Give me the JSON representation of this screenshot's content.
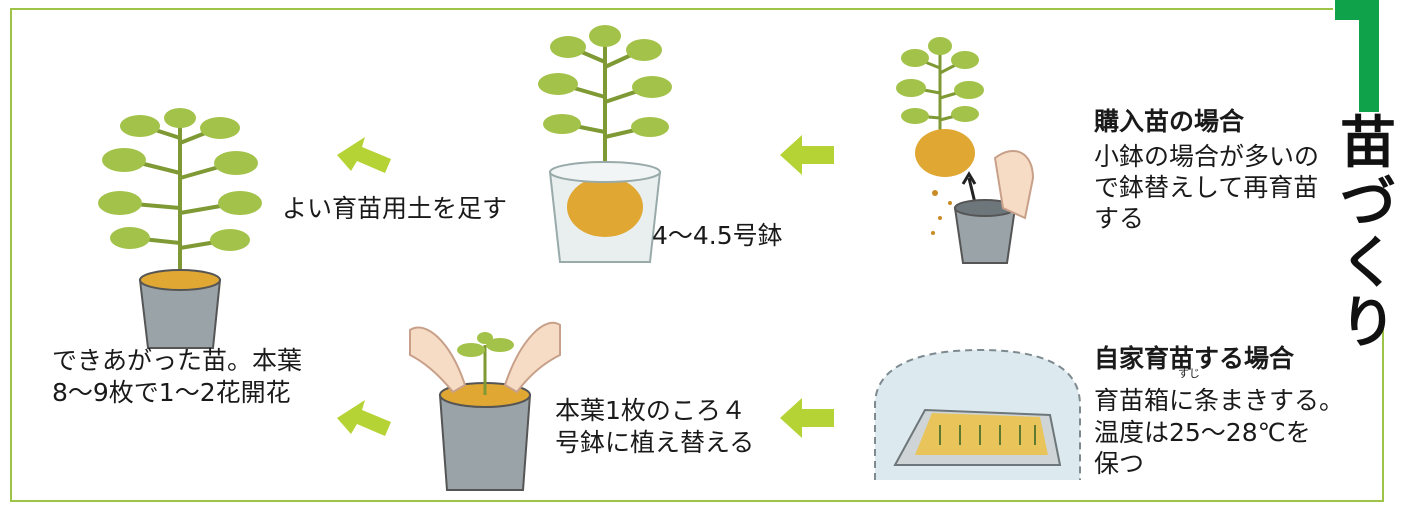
{
  "side_title": [
    "苗",
    "づ",
    "く",
    "り"
  ],
  "purchase": {
    "heading": "購入苗の場合",
    "lines": [
      "小鉢の場合が多いの",
      "で鉢替えして再育苗",
      "する"
    ]
  },
  "homegrown": {
    "heading": "自家育苗する場合",
    "ruby": "すじ",
    "lines": [
      "育苗箱に条まきする。",
      "温度は25～28℃を",
      "保つ"
    ]
  },
  "pot_size": "4～4.5号鉢",
  "add_soil": "よい育苗用土を足す",
  "transplant": [
    "本葉1枚のころ４",
    "号鉢に植え替える"
  ],
  "finished": [
    "できあがった苗。本葉",
    "8～9枚で1～2花開花"
  ],
  "colors": {
    "frame": "#9dc348",
    "accent_green": "#10a24b",
    "arrow": "#b5d335",
    "leaf": "#a3c24a",
    "soil": "#e0a733",
    "pot": "#9aa4a8"
  }
}
